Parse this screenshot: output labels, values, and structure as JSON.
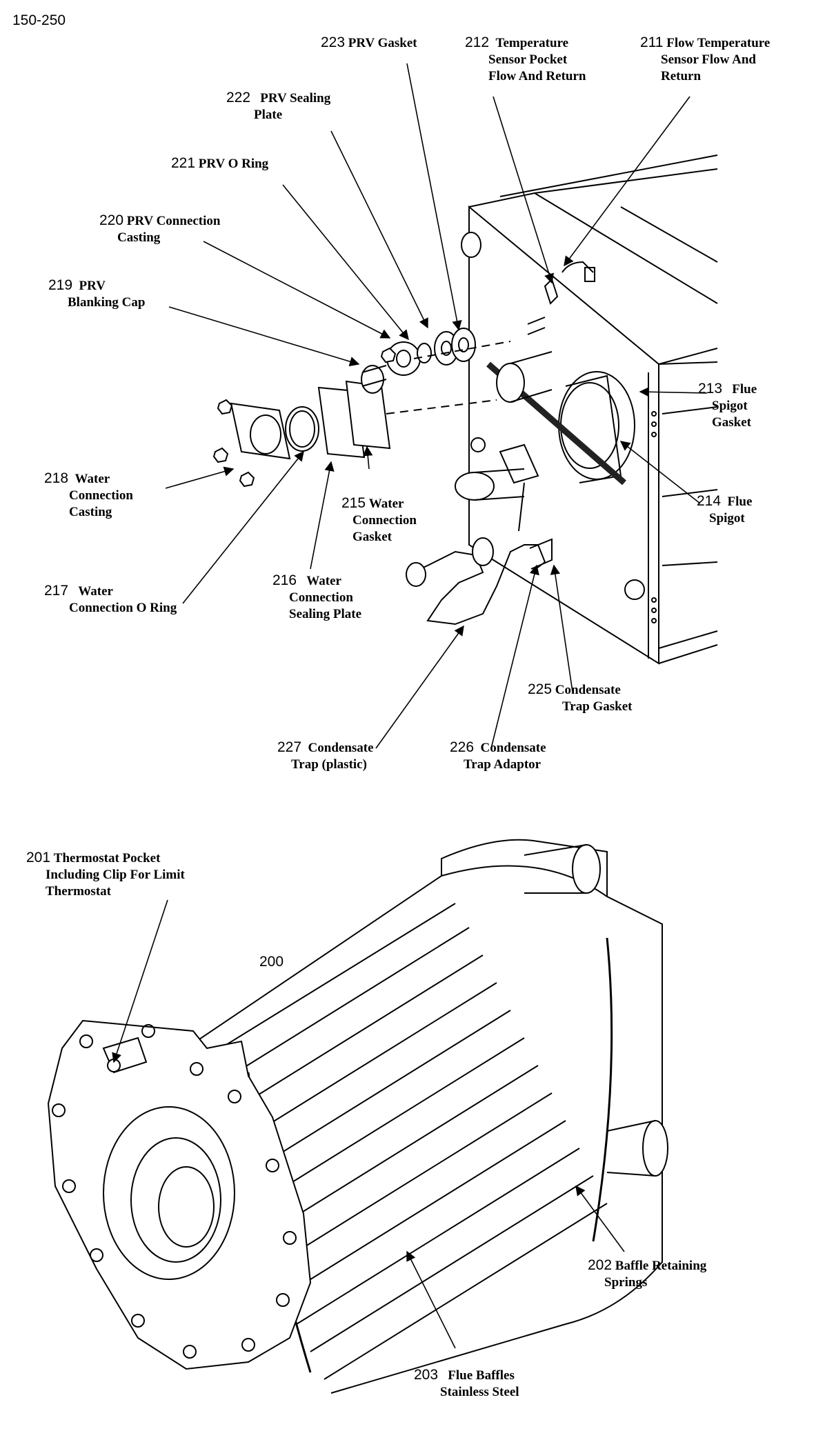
{
  "page": {
    "id": "150-250"
  },
  "labels": {
    "l223": {
      "num": "223",
      "lines": [
        "PRV Gasket"
      ]
    },
    "l212": {
      "num": "212",
      "lines": [
        "Temperature",
        "Sensor Pocket",
        "Flow And Return"
      ]
    },
    "l211": {
      "num": "211",
      "lines": [
        "Flow Temperature",
        "Sensor Flow And",
        "Return"
      ]
    },
    "l222": {
      "num": "222",
      "lines": [
        "PRV Sealing",
        "Plate"
      ]
    },
    "l221": {
      "num": "221",
      "lines": [
        "PRV O Ring"
      ]
    },
    "l220": {
      "num": "220",
      "lines": [
        "PRV Connection",
        "Casting"
      ]
    },
    "l219": {
      "num": "219",
      "lines": [
        "PRV",
        "Blanking Cap"
      ]
    },
    "l213": {
      "num": "213",
      "lines": [
        "Flue",
        "Spigot",
        "Gasket"
      ]
    },
    "l214": {
      "num": "214",
      "lines": [
        "Flue",
        "Spigot"
      ]
    },
    "l218": {
      "num": "218",
      "lines": [
        "Water",
        "Connection",
        "Casting"
      ]
    },
    "l215": {
      "num": "215",
      "lines": [
        "Water",
        "Connection",
        "Gasket"
      ]
    },
    "l217": {
      "num": "217",
      "lines": [
        "Water",
        "Connection O Ring"
      ]
    },
    "l216": {
      "num": "216",
      "lines": [
        "Water",
        "Connection",
        "Sealing Plate"
      ]
    },
    "l225": {
      "num": "225",
      "lines": [
        "Condensate",
        "Trap Gasket"
      ]
    },
    "l227": {
      "num": "227",
      "lines": [
        "Condensate",
        "Trap (plastic)"
      ]
    },
    "l226": {
      "num": "226",
      "lines": [
        "Condensate",
        "Trap Adaptor"
      ]
    },
    "l201": {
      "num": "201",
      "lines": [
        "Thermostat Pocket",
        "Including Clip For Limit",
        "Thermostat"
      ]
    },
    "l200": {
      "num": "200",
      "lines": []
    },
    "l202": {
      "num": "202",
      "lines": [
        "Baffle Retaining",
        "Springs"
      ]
    },
    "l203": {
      "num": "203",
      "lines": [
        "Flue Baffles",
        "Stainless Steel"
      ]
    }
  }
}
